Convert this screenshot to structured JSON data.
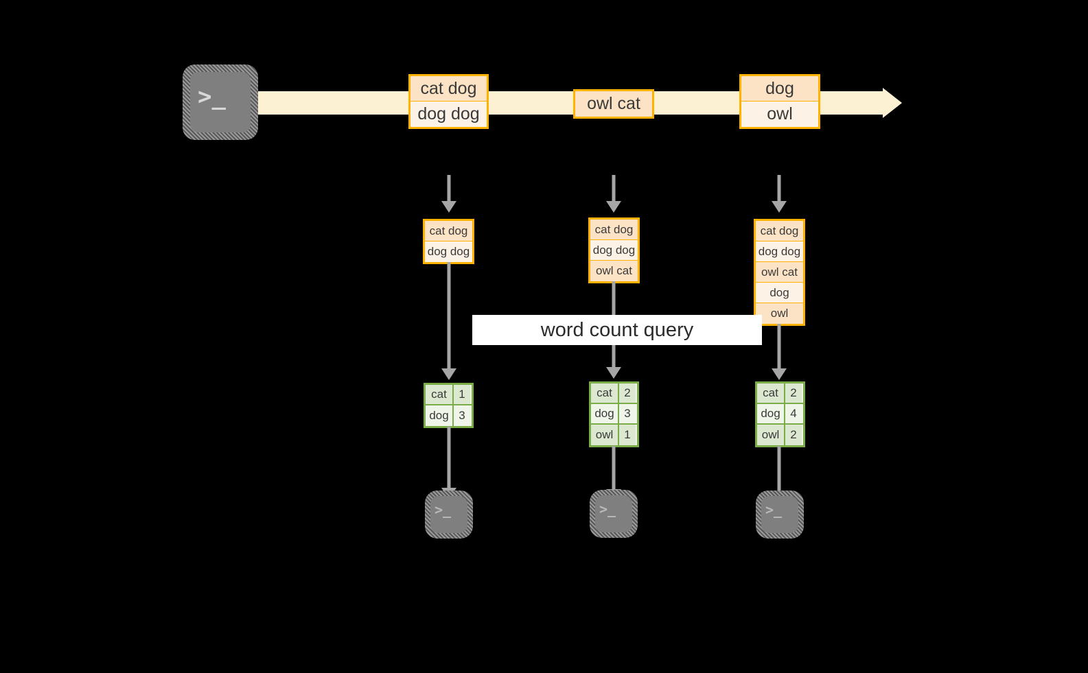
{
  "diagram": {
    "title_label": "word count query",
    "colors": {
      "background": "#000000",
      "stream_arrow": "#fdf1d4",
      "record_border": "#ffb300",
      "record_fill_dark": "#fce3c6",
      "record_fill_light": "#fdf2e6",
      "result_border": "#7aad48",
      "result_fill_dark": "#dde8d1",
      "result_fill_light": "#eff5e9",
      "arrow_gray": "#a6a6a6",
      "terminal_gray": "#7f7f7f",
      "label_background": "#ffffff"
    },
    "source": {
      "icon": "terminal-icon",
      "glyph": ">_"
    },
    "stream": {
      "records": [
        {
          "name": "stream-record-group-1",
          "rows": [
            {
              "text": "cat dog",
              "shade": "dark"
            },
            {
              "text": "dog dog",
              "shade": "light"
            }
          ]
        },
        {
          "name": "stream-record-group-2",
          "rows": [
            {
              "text": "owl cat",
              "shade": "dark"
            }
          ]
        },
        {
          "name": "stream-record-group-3",
          "rows": [
            {
              "text": "dog",
              "shade": "dark"
            },
            {
              "text": "owl",
              "shade": "light"
            }
          ]
        }
      ]
    },
    "snapshots": [
      {
        "name": "snapshot-1",
        "input_rows": [
          {
            "text": "cat dog",
            "shade": "dark"
          },
          {
            "text": "dog dog",
            "shade": "light"
          }
        ],
        "result_rows": [
          {
            "word": "cat",
            "count": "1",
            "shade": "dark"
          },
          {
            "word": "dog",
            "count": "3",
            "shade": "light"
          }
        ],
        "sink": {
          "icon": "terminal-icon",
          "glyph": ">_"
        }
      },
      {
        "name": "snapshot-2",
        "input_rows": [
          {
            "text": "cat dog",
            "shade": "dark"
          },
          {
            "text": "dog dog",
            "shade": "light"
          },
          {
            "text": "owl cat",
            "shade": "dark"
          }
        ],
        "result_rows": [
          {
            "word": "cat",
            "count": "2",
            "shade": "dark"
          },
          {
            "word": "dog",
            "count": "3",
            "shade": "light"
          },
          {
            "word": "owl",
            "count": "1",
            "shade": "dark"
          }
        ],
        "sink": {
          "icon": "terminal-icon",
          "glyph": ">_"
        }
      },
      {
        "name": "snapshot-3",
        "input_rows": [
          {
            "text": "cat dog",
            "shade": "dark"
          },
          {
            "text": "dog dog",
            "shade": "light"
          },
          {
            "text": "owl cat",
            "shade": "dark"
          },
          {
            "text": "dog",
            "shade": "light"
          },
          {
            "text": "owl",
            "shade": "dark"
          }
        ],
        "result_rows": [
          {
            "word": "cat",
            "count": "2",
            "shade": "dark"
          },
          {
            "word": "dog",
            "count": "4",
            "shade": "light"
          },
          {
            "word": "owl",
            "count": "2",
            "shade": "dark"
          }
        ],
        "sink": {
          "icon": "terminal-icon",
          "glyph": ">_"
        }
      }
    ]
  }
}
